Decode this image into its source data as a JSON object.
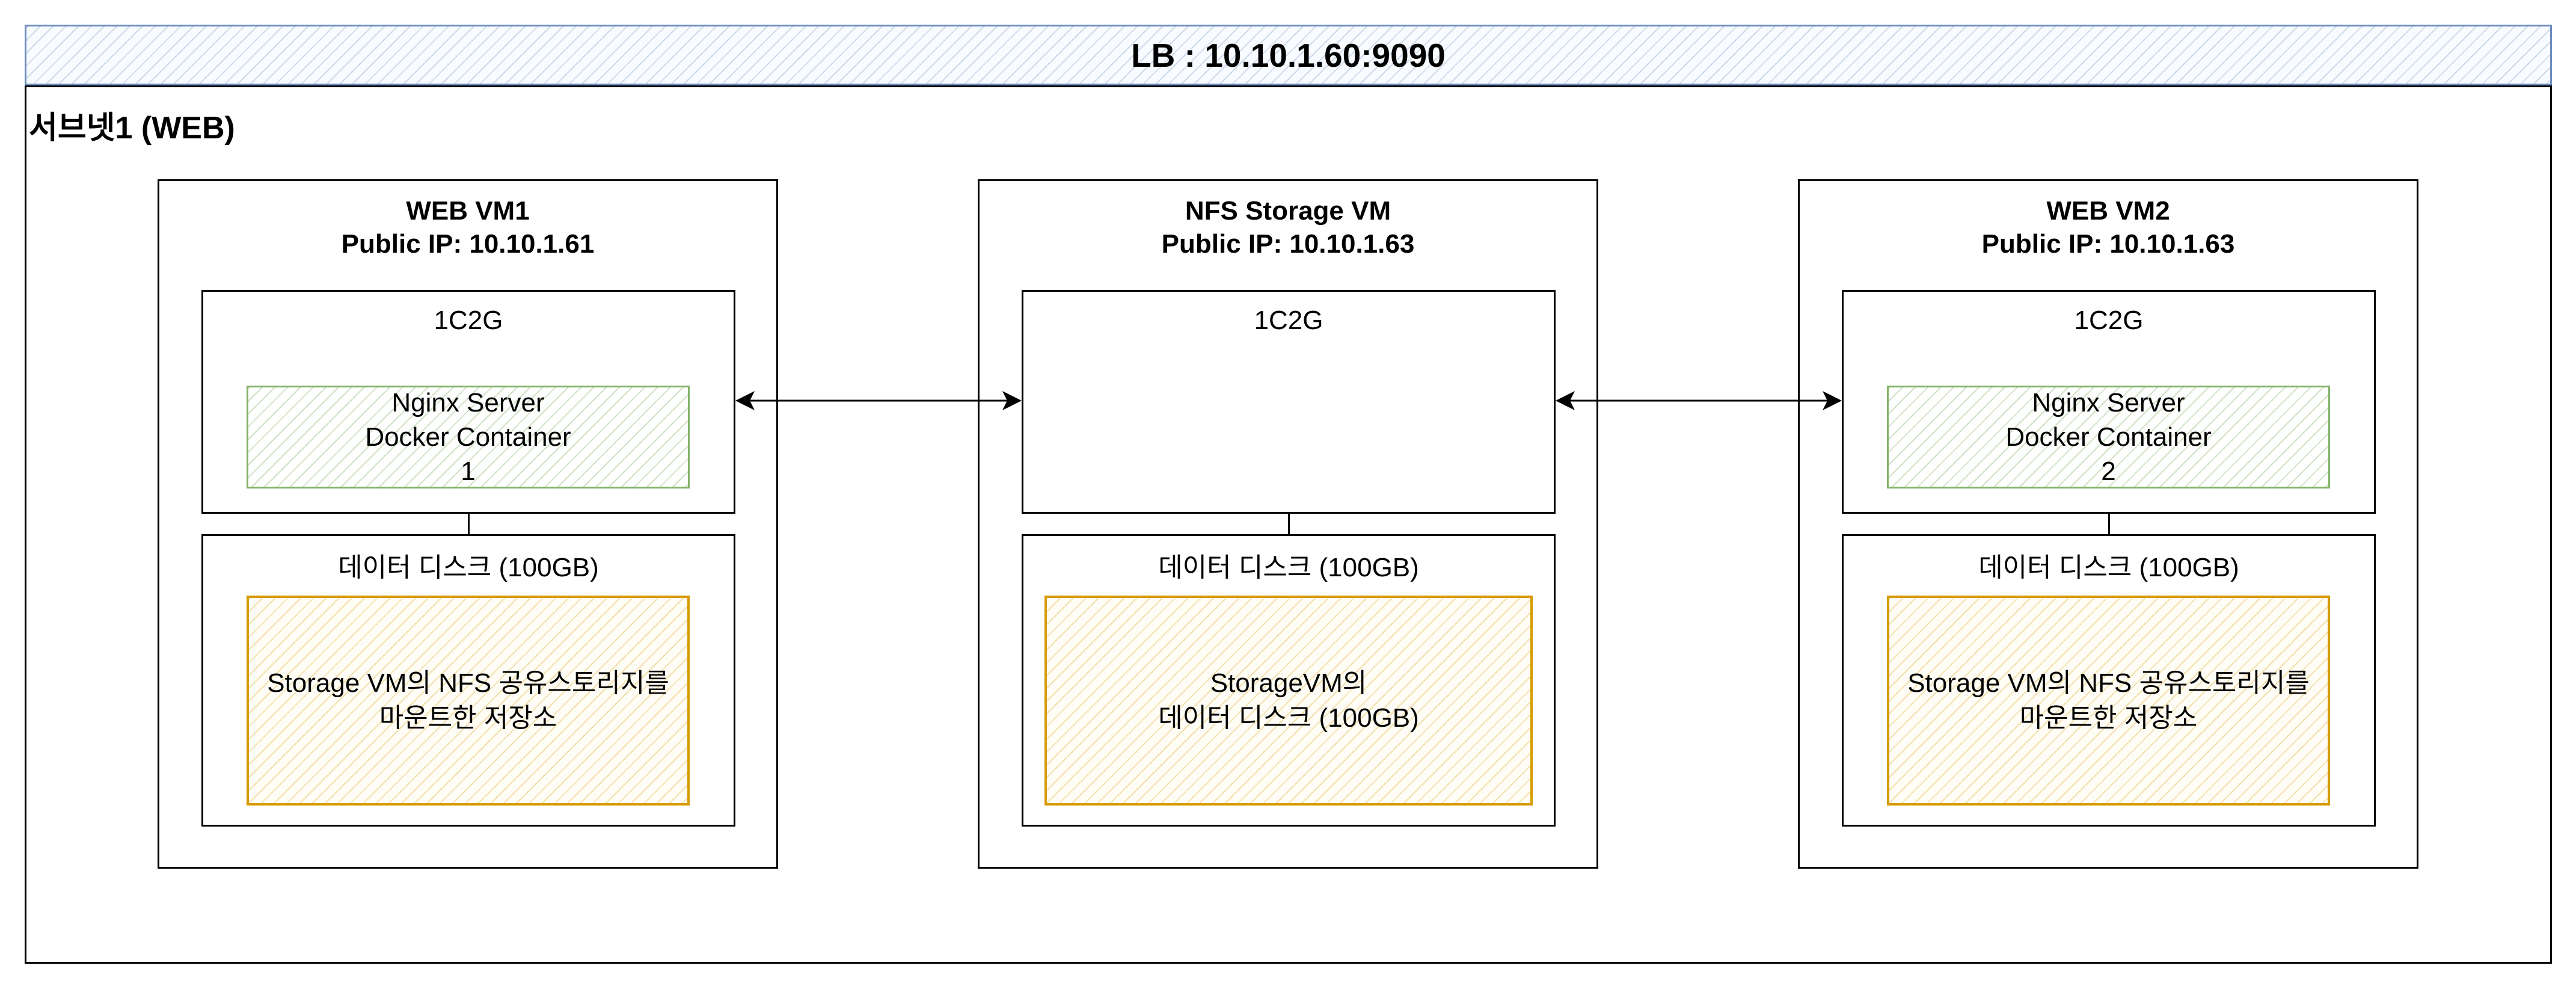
{
  "load_balancer": {
    "label": "LB : 10.10.1.60:9090"
  },
  "subnet": {
    "title": "서브넷1 (WEB)"
  },
  "vms": [
    {
      "name": "WEB VM1",
      "ip": "Public IP: 10.10.1.61",
      "compute": {
        "spec": "1C2G",
        "container": {
          "line1": "Nginx Server",
          "line2": "Docker Container",
          "line3": "1"
        }
      },
      "disk": {
        "label": "데이터 디스크 (100GB)",
        "content": {
          "line1": "Storage VM의 NFS 공유스토리지를",
          "line2": "마운트한 저장소"
        }
      }
    },
    {
      "name": "NFS Storage VM",
      "ip": "Public IP: 10.10.1.63",
      "compute": {
        "spec": "1C2G"
      },
      "disk": {
        "label": "데이터 디스크 (100GB)",
        "content": {
          "line1": "StorageVM의",
          "line2": "데이터 디스크 (100GB)"
        }
      }
    },
    {
      "name": "WEB VM2",
      "ip": "Public IP: 10.10.1.63",
      "compute": {
        "spec": "1C2G",
        "container": {
          "line1": "Nginx Server",
          "line2": "Docker Container",
          "line3": "2"
        }
      },
      "disk": {
        "label": "데이터 디스크 (100GB)",
        "content": {
          "line1": "Storage VM의 NFS 공유스토리지를",
          "line2": "마운트한 저장소"
        }
      }
    }
  ],
  "colors": {
    "lb_stroke": "#6c8ebf",
    "container_stroke": "#82b366",
    "storage_stroke": "#d79b00",
    "line": "#000000"
  }
}
